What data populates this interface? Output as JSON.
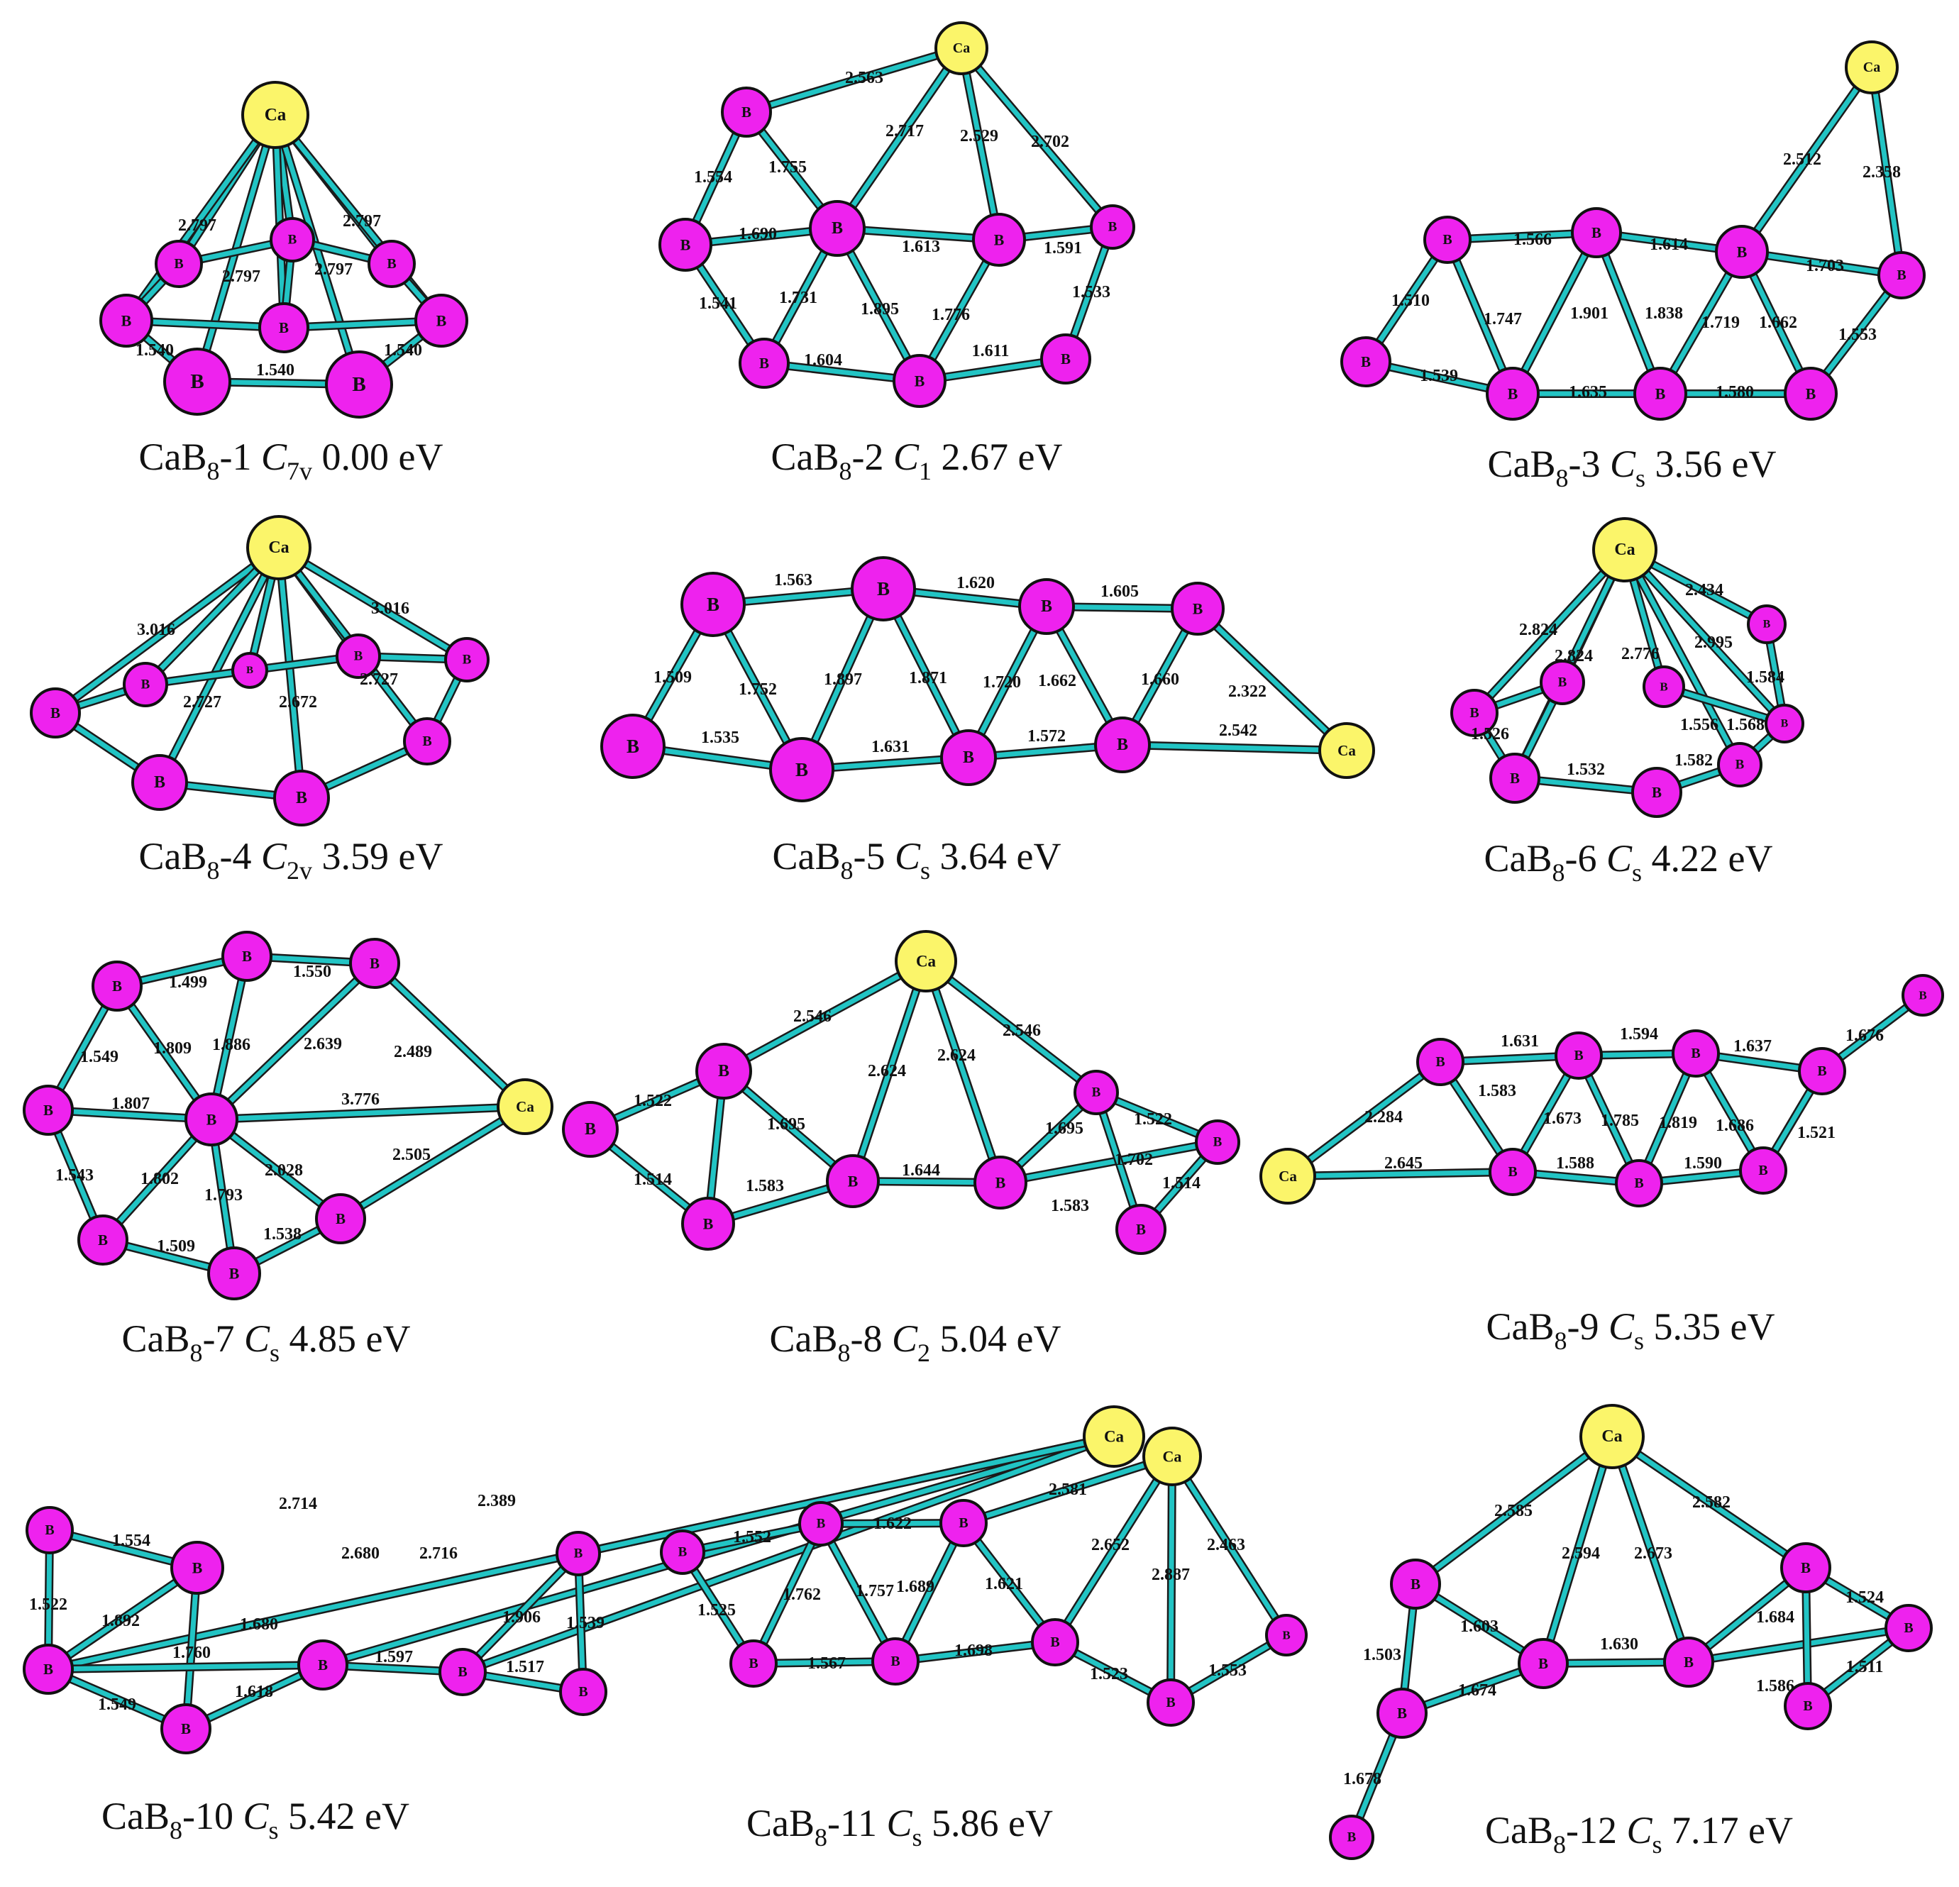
{
  "structures": [
    {
      "caption": {
        "formula": "CaB",
        "sub": "8",
        "suffix": "-1",
        "sym": "C",
        "symSub": "7v",
        "energy": "0.00 eV"
      },
      "atoms": [
        [
          "Ca"
        ],
        [
          "B"
        ],
        [
          "B"
        ],
        [
          "B"
        ],
        [
          "B"
        ],
        [
          "B"
        ],
        [
          "B"
        ],
        [
          "B"
        ],
        [
          "B"
        ]
      ],
      "bonds": [
        [
          0,
          1
        ],
        [
          0,
          2
        ],
        [
          0,
          3
        ],
        [
          0,
          4
        ],
        [
          0,
          5
        ],
        [
          0,
          6
        ],
        [
          0,
          7
        ],
        [
          0,
          8
        ],
        [
          1,
          2
        ],
        [
          2,
          3
        ],
        [
          3,
          4
        ],
        [
          4,
          5
        ],
        [
          5,
          6
        ],
        [
          6,
          7
        ],
        [
          7,
          8
        ],
        [
          8,
          1
        ],
        [
          5,
          1
        ],
        [
          5,
          3
        ]
      ],
      "labels": [
        "2.797",
        "2.797",
        "2.797",
        "2.797",
        "1.540",
        "1.540",
        "1.540"
      ]
    },
    {
      "caption": {
        "formula": "CaB",
        "sub": "8",
        "suffix": "-2",
        "sym": "C",
        "symSub": "1",
        "energy": "2.67 eV"
      },
      "atoms": [
        [
          "Ca"
        ],
        [
          "B"
        ],
        [
          "B"
        ],
        [
          "B"
        ],
        [
          "B"
        ],
        [
          "B"
        ],
        [
          "B"
        ],
        [
          "B"
        ],
        [
          "B"
        ]
      ],
      "bonds": [
        [
          0,
          1
        ],
        [
          0,
          3
        ],
        [
          0,
          4
        ],
        [
          0,
          5
        ],
        [
          1,
          2
        ],
        [
          1,
          3
        ],
        [
          2,
          3
        ],
        [
          2,
          6
        ],
        [
          3,
          6
        ],
        [
          3,
          7
        ],
        [
          3,
          4
        ],
        [
          4,
          7
        ],
        [
          4,
          5
        ],
        [
          5,
          8
        ],
        [
          6,
          7
        ],
        [
          7,
          8
        ]
      ],
      "labels": [
        "2.563",
        "2.717",
        "2.529",
        "2.702",
        "1.554",
        "1.755",
        "1.690",
        "1.541",
        "1.731",
        "1.895",
        "1.613",
        "1.776",
        "1.591",
        "1.533",
        "1.604",
        "1.611"
      ]
    },
    {
      "caption": {
        "formula": "CaB",
        "sub": "8",
        "suffix": "-3",
        "sym": "C",
        "symSub": "s",
        "energy": "3.56 eV"
      },
      "atoms": [
        [
          "Ca"
        ],
        [
          "B"
        ],
        [
          "B"
        ],
        [
          "B"
        ],
        [
          "B"
        ],
        [
          "B"
        ],
        [
          "B"
        ],
        [
          "B"
        ],
        [
          "B"
        ]
      ],
      "bonds": [
        [
          0,
          3
        ],
        [
          0,
          4
        ],
        [
          1,
          2
        ],
        [
          2,
          3
        ],
        [
          3,
          4
        ],
        [
          1,
          5
        ],
        [
          1,
          6
        ],
        [
          5,
          6
        ],
        [
          2,
          6
        ],
        [
          2,
          7
        ],
        [
          3,
          7
        ],
        [
          3,
          8
        ],
        [
          4,
          8
        ],
        [
          6,
          7
        ],
        [
          7,
          8
        ]
      ],
      "labels": [
        "2.512",
        "2.358",
        "1.566",
        "1.614",
        "1.703",
        "1.510",
        "1.747",
        "1.901",
        "1.838",
        "1.719",
        "1.662",
        "1.553",
        "1.539",
        "1.635",
        "1.580"
      ]
    },
    {
      "caption": {
        "formula": "CaB",
        "sub": "8",
        "suffix": "-4",
        "sym": "C",
        "symSub": "2v",
        "energy": "3.59 eV"
      },
      "atoms": [
        [
          "Ca"
        ],
        [
          "B"
        ],
        [
          "B"
        ],
        [
          "B"
        ],
        [
          "B"
        ],
        [
          "B"
        ],
        [
          "B"
        ],
        [
          "B"
        ],
        [
          "B"
        ]
      ],
      "bonds": [
        [
          0,
          1
        ],
        [
          0,
          2
        ],
        [
          0,
          3
        ],
        [
          0,
          4
        ],
        [
          0,
          5
        ],
        [
          0,
          6
        ],
        [
          0,
          7
        ],
        [
          0,
          8
        ],
        [
          1,
          2
        ],
        [
          2,
          3
        ],
        [
          3,
          4
        ],
        [
          4,
          5
        ],
        [
          5,
          6
        ],
        [
          6,
          7
        ],
        [
          7,
          8
        ],
        [
          8,
          1
        ]
      ],
      "labels": [
        "3.016",
        "3.016",
        "2.727",
        "2.672",
        "2.727"
      ]
    },
    {
      "caption": {
        "formula": "CaB",
        "sub": "8",
        "suffix": "-5",
        "sym": "C",
        "symSub": "s",
        "energy": "3.64 eV"
      },
      "atoms": [
        [
          "B"
        ],
        [
          "B"
        ],
        [
          "B"
        ],
        [
          "B"
        ],
        [
          "B"
        ],
        [
          "B"
        ],
        [
          "B"
        ],
        [
          "B"
        ],
        [
          "Ca"
        ]
      ],
      "bonds": [
        [
          0,
          1
        ],
        [
          1,
          2
        ],
        [
          2,
          3
        ],
        [
          0,
          4
        ],
        [
          0,
          5
        ],
        [
          1,
          5
        ],
        [
          1,
          6
        ],
        [
          2,
          6
        ],
        [
          2,
          7
        ],
        [
          3,
          7
        ],
        [
          4,
          5
        ],
        [
          5,
          6
        ],
        [
          6,
          7
        ],
        [
          3,
          8
        ],
        [
          7,
          8
        ]
      ],
      "labels": [
        "1.563",
        "1.620",
        "1.605",
        "1.509",
        "1.752",
        "1.897",
        "1.871",
        "1.720",
        "1.662",
        "1.660",
        "2.322",
        "1.535",
        "1.631",
        "1.572",
        "2.542"
      ]
    },
    {
      "caption": {
        "formula": "CaB",
        "sub": "8",
        "suffix": "-6",
        "sym": "C",
        "symSub": "s",
        "energy": "4.22 eV"
      },
      "atoms": [
        [
          "Ca"
        ],
        [
          "B"
        ],
        [
          "B"
        ],
        [
          "B"
        ],
        [
          "B"
        ],
        [
          "B"
        ],
        [
          "B"
        ],
        [
          "B"
        ],
        [
          "B"
        ]
      ],
      "bonds": [
        [
          0,
          1
        ],
        [
          0,
          2
        ],
        [
          0,
          3
        ],
        [
          0,
          4
        ],
        [
          0,
          5
        ],
        [
          0,
          6
        ],
        [
          0,
          8
        ],
        [
          1,
          2
        ],
        [
          2,
          6
        ],
        [
          1,
          7
        ],
        [
          7,
          8
        ],
        [
          8,
          5
        ],
        [
          5,
          4
        ],
        [
          3,
          4
        ],
        [
          3,
          2
        ]
      ],
      "labels": [
        "2.824",
        "2.824",
        "2.776",
        "2.995",
        "2.434",
        "1.584",
        "1.526",
        "1.556",
        "1.568",
        "1.532",
        "1.582"
      ]
    },
    {
      "caption": {
        "formula": "CaB",
        "sub": "8",
        "suffix": "-7",
        "sym": "C",
        "symSub": "s",
        "energy": "4.85 eV"
      },
      "atoms": [
        [
          "B"
        ],
        [
          "B"
        ],
        [
          "B"
        ],
        [
          "B"
        ],
        [
          "B"
        ],
        [
          "B"
        ],
        [
          "B"
        ],
        [
          "B"
        ],
        [
          "Ca"
        ]
      ],
      "bonds": [
        [
          0,
          1
        ],
        [
          1,
          2
        ],
        [
          0,
          3
        ],
        [
          3,
          5
        ],
        [
          5,
          6
        ],
        [
          6,
          7
        ],
        [
          0,
          4
        ],
        [
          1,
          4
        ],
        [
          2,
          4
        ],
        [
          3,
          4
        ],
        [
          5,
          4
        ],
        [
          6,
          4
        ],
        [
          7,
          4
        ],
        [
          2,
          8
        ],
        [
          4,
          8
        ],
        [
          7,
          8
        ]
      ],
      "labels": [
        "1.499",
        "1.550",
        "1.549",
        "1.809",
        "1.886",
        "2.639",
        "2.489",
        "1.807",
        "3.776",
        "1.543",
        "1.802",
        "1.793",
        "2.028",
        "2.505",
        "1.509",
        "1.538"
      ]
    },
    {
      "caption": {
        "formula": "CaB",
        "sub": "8",
        "suffix": "-8",
        "sym": "C",
        "symSub": "2",
        "energy": "5.04 eV"
      },
      "atoms": [
        [
          "Ca"
        ],
        [
          "B"
        ],
        [
          "B"
        ],
        [
          "B"
        ],
        [
          "B"
        ],
        [
          "B"
        ],
        [
          "B"
        ],
        [
          "B"
        ],
        [
          "B"
        ]
      ],
      "bonds": [
        [
          0,
          2
        ],
        [
          0,
          4
        ],
        [
          0,
          5
        ],
        [
          0,
          6
        ],
        [
          1,
          2
        ],
        [
          1,
          3
        ],
        [
          2,
          3
        ],
        [
          2,
          4
        ],
        [
          3,
          4
        ],
        [
          4,
          5
        ],
        [
          5,
          6
        ],
        [
          5,
          8
        ],
        [
          6,
          7
        ],
        [
          6,
          8
        ],
        [
          7,
          8
        ]
      ],
      "labels": [
        "2.546",
        "2.546",
        "2.624",
        "2.624",
        "1.522",
        "1.514",
        "1.695",
        "1.583",
        "1.644",
        "1.695",
        "1.522",
        "1.702",
        "1.583",
        "1.514"
      ]
    },
    {
      "caption": {
        "formula": "CaB",
        "sub": "8",
        "suffix": "-9",
        "sym": "C",
        "symSub": "s",
        "energy": "5.35 eV"
      },
      "atoms": [
        [
          "Ca"
        ],
        [
          "B"
        ],
        [
          "B"
        ],
        [
          "B"
        ],
        [
          "B"
        ],
        [
          "B"
        ],
        [
          "B"
        ],
        [
          "B"
        ],
        [
          "B"
        ]
      ],
      "bonds": [
        [
          0,
          1
        ],
        [
          0,
          2
        ],
        [
          1,
          2
        ],
        [
          1,
          3
        ],
        [
          3,
          4
        ],
        [
          4,
          7
        ],
        [
          7,
          8
        ],
        [
          2,
          3
        ],
        [
          2,
          5
        ],
        [
          3,
          5
        ],
        [
          4,
          5
        ],
        [
          4,
          6
        ],
        [
          5,
          6
        ],
        [
          6,
          7
        ],
        [
          7,
          6
        ]
      ],
      "labels": [
        "2.284",
        "2.645",
        "1.631",
        "1.594",
        "1.637",
        "1.676",
        "1.583",
        "1.673",
        "1.785",
        "1.819",
        "1.686",
        "1.521",
        "1.588",
        "1.590"
      ]
    },
    {
      "caption": {
        "formula": "CaB",
        "sub": "8",
        "suffix": "-10",
        "sym": "C",
        "symSub": "s",
        "energy": "5.42 eV"
      },
      "atoms": [
        [
          "Ca"
        ],
        [
          "B"
        ],
        [
          "B"
        ],
        [
          "B"
        ],
        [
          "B"
        ],
        [
          "B"
        ],
        [
          "B"
        ],
        [
          "B"
        ],
        [
          "B"
        ]
      ],
      "bonds": [
        [
          0,
          3
        ],
        [
          0,
          5
        ],
        [
          0,
          6
        ],
        [
          0,
          7
        ],
        [
          1,
          2
        ],
        [
          1,
          3
        ],
        [
          2,
          3
        ],
        [
          2,
          4
        ],
        [
          3,
          4
        ],
        [
          3,
          5
        ],
        [
          4,
          5
        ],
        [
          5,
          6
        ],
        [
          6,
          7
        ],
        [
          6,
          8
        ],
        [
          7,
          8
        ]
      ],
      "labels": [
        "2.714",
        "2.680",
        "2.716",
        "2.389",
        "1.554",
        "1.522",
        "1.892",
        "1.760",
        "1.680",
        "1.549",
        "1.618",
        "1.597",
        "1.906",
        "1.539",
        "1.517"
      ]
    },
    {
      "caption": {
        "formula": "CaB",
        "sub": "8",
        "suffix": "-11",
        "sym": "C",
        "symSub": "s",
        "energy": "5.86 eV"
      },
      "atoms": [
        [
          "Ca"
        ],
        [
          "B"
        ],
        [
          "B"
        ],
        [
          "B"
        ],
        [
          "B"
        ],
        [
          "B"
        ],
        [
          "B"
        ],
        [
          "B"
        ],
        [
          "B"
        ]
      ],
      "bonds": [
        [
          0,
          4
        ],
        [
          0,
          6
        ],
        [
          0,
          7
        ],
        [
          0,
          8
        ],
        [
          1,
          2
        ],
        [
          1,
          3
        ],
        [
          2,
          3
        ],
        [
          2,
          4
        ],
        [
          2,
          5
        ],
        [
          3,
          5
        ],
        [
          4,
          5
        ],
        [
          4,
          6
        ],
        [
          5,
          6
        ],
        [
          6,
          7
        ],
        [
          7,
          8
        ]
      ],
      "labels": [
        "2.581",
        "2.652",
        "2.887",
        "2.463",
        "1.552",
        "1.622",
        "1.525",
        "1.762",
        "1.757",
        "1.689",
        "1.621",
        "1.567",
        "1.698",
        "1.523",
        "1.553"
      ]
    },
    {
      "caption": {
        "formula": "CaB",
        "sub": "8",
        "suffix": "-12",
        "sym": "C",
        "symSub": "s",
        "energy": "7.17 eV"
      },
      "atoms": [
        [
          "Ca"
        ],
        [
          "B"
        ],
        [
          "B"
        ],
        [
          "B"
        ],
        [
          "B"
        ],
        [
          "B"
        ],
        [
          "B"
        ],
        [
          "B"
        ],
        [
          "B"
        ]
      ],
      "bonds": [
        [
          0,
          1
        ],
        [
          0,
          4
        ],
        [
          0,
          5
        ],
        [
          0,
          6
        ],
        [
          1,
          2
        ],
        [
          1,
          4
        ],
        [
          2,
          3
        ],
        [
          2,
          4
        ],
        [
          4,
          5
        ],
        [
          5,
          6
        ],
        [
          5,
          7
        ],
        [
          6,
          7
        ],
        [
          6,
          8
        ],
        [
          7,
          8
        ]
      ],
      "labels": [
        "2.585",
        "2.594",
        "2.673",
        "2.582",
        "1.503",
        "1.603",
        "1.674",
        "1.678",
        "1.630",
        "1.684",
        "1.524",
        "1.586",
        "1.511"
      ]
    }
  ]
}
